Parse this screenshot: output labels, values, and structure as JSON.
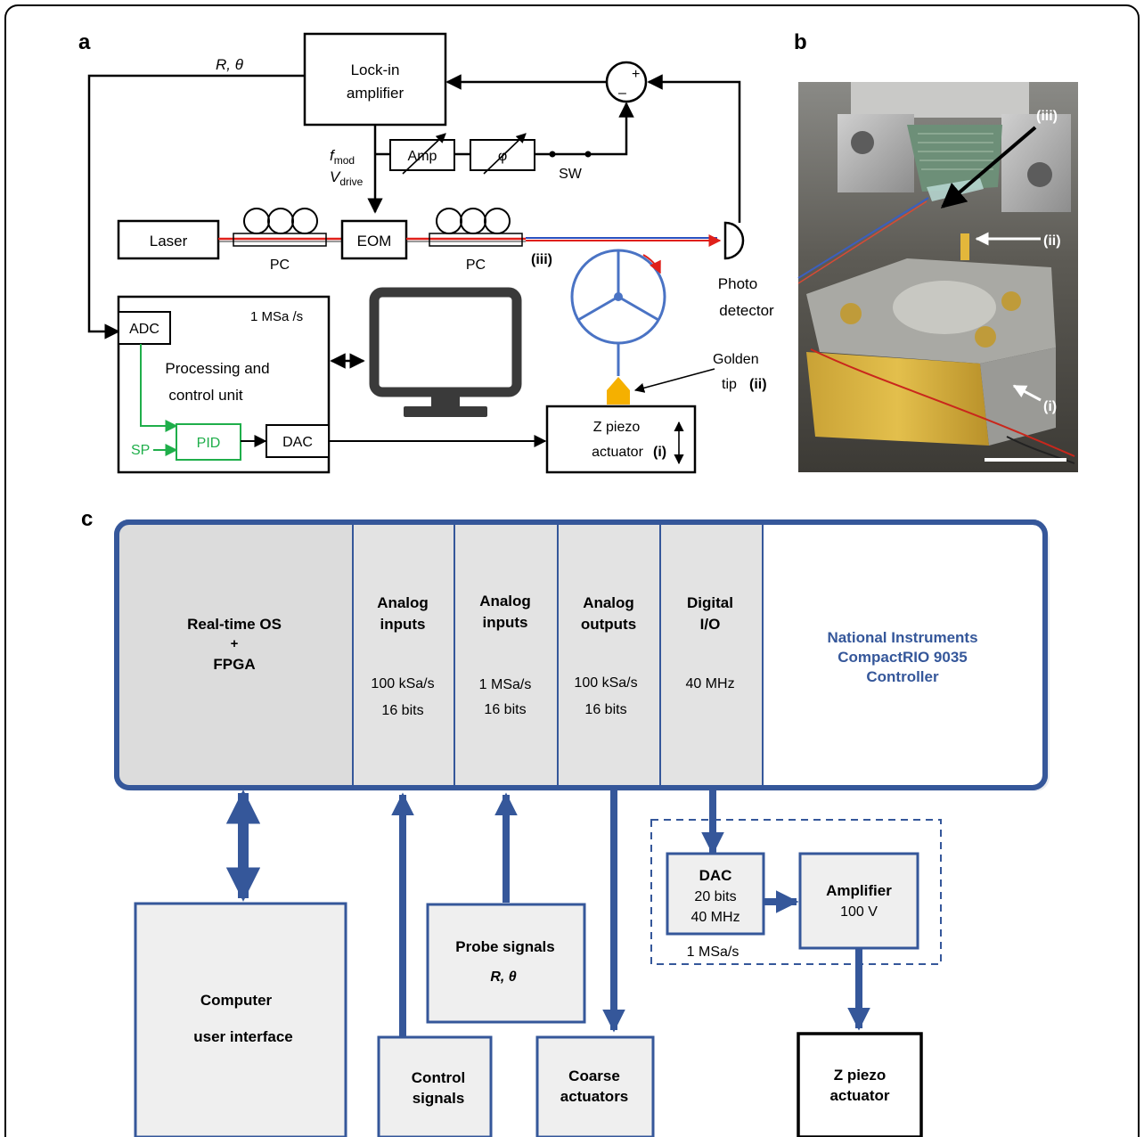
{
  "panels": {
    "a": "a",
    "b": "b",
    "c": "c"
  },
  "panel_a": {
    "lockin_line1": "Lock-in",
    "lockin_line2": "amplifier",
    "r_theta": "R, θ",
    "fmod_f": "f",
    "fmod_sub": "mod",
    "vdrive_v": "V",
    "vdrive_sub": "drive",
    "amp": "Amp",
    "phi": "φ",
    "sw": "SW",
    "plus": "+",
    "minus": "–",
    "laser": "Laser",
    "eom": "EOM",
    "pc1": "PC",
    "pc2": "PC",
    "label_iii": "(iii)",
    "label_ii": "(ii)",
    "label_i": "(i)",
    "photo": "Photo",
    "detector": "detector",
    "adc": "ADC",
    "rate": "1 MSa /s",
    "processing_line1": "Processing and",
    "processing_line2": "control unit",
    "sp": "SP",
    "pid": "PID",
    "dac": "DAC",
    "golden": "Golden",
    "tip": "tip",
    "zpiezo_line1": "Z piezo",
    "zpiezo_line2": "actuator"
  },
  "panel_b": {
    "label_iii": "(iii)",
    "label_ii": "(ii)",
    "label_i": "(i)"
  },
  "panel_c": {
    "rt_line1": "Real-time OS",
    "rt_line2": "+",
    "rt_line3": "FPGA",
    "ai1_line1": "Analog",
    "ai1_line2": "inputs",
    "ai1_rate": "100 kSa/s",
    "ai1_bits": "16 bits",
    "ai2_line1": "Analog",
    "ai2_line2": "inputs",
    "ai2_rate": "1 MSa/s",
    "ai2_bits": "16 bits",
    "ao_line1": "Analog",
    "ao_line2": "outputs",
    "ao_rate": "100 kSa/s",
    "ao_bits": "16 bits",
    "dio_line1": "Digital",
    "dio_line2": "I/O",
    "dio_rate": "40 MHz",
    "ni_line1": "National Instruments",
    "ni_line2": "CompactRIO 9035",
    "ni_line3": "Controller",
    "computer_line1": "Computer",
    "computer_line2": "user interface",
    "control_line1": "Control",
    "control_line2": "signals",
    "probe_line1": "Probe signals",
    "probe_line2": "R, θ",
    "coarse_line1": "Coarse",
    "coarse_line2": "actuators",
    "dac_title": "DAC",
    "dac_bits": "20 bits",
    "dac_rate": "40 MHz",
    "dac_sample": "1 MSa/s",
    "amp_title": "Amplifier",
    "amp_volt": "100 V",
    "zp_line1": "Z piezo",
    "zp_line2": "actuator"
  },
  "colors": {
    "frame": "#000000",
    "blue": "#35579a",
    "ni_text": "#35579a",
    "green": "#1fae4a",
    "gold": "#f5b000",
    "red": "#e0201a",
    "module_fill": "#e0e0e0",
    "box_fill": "#efefef"
  }
}
